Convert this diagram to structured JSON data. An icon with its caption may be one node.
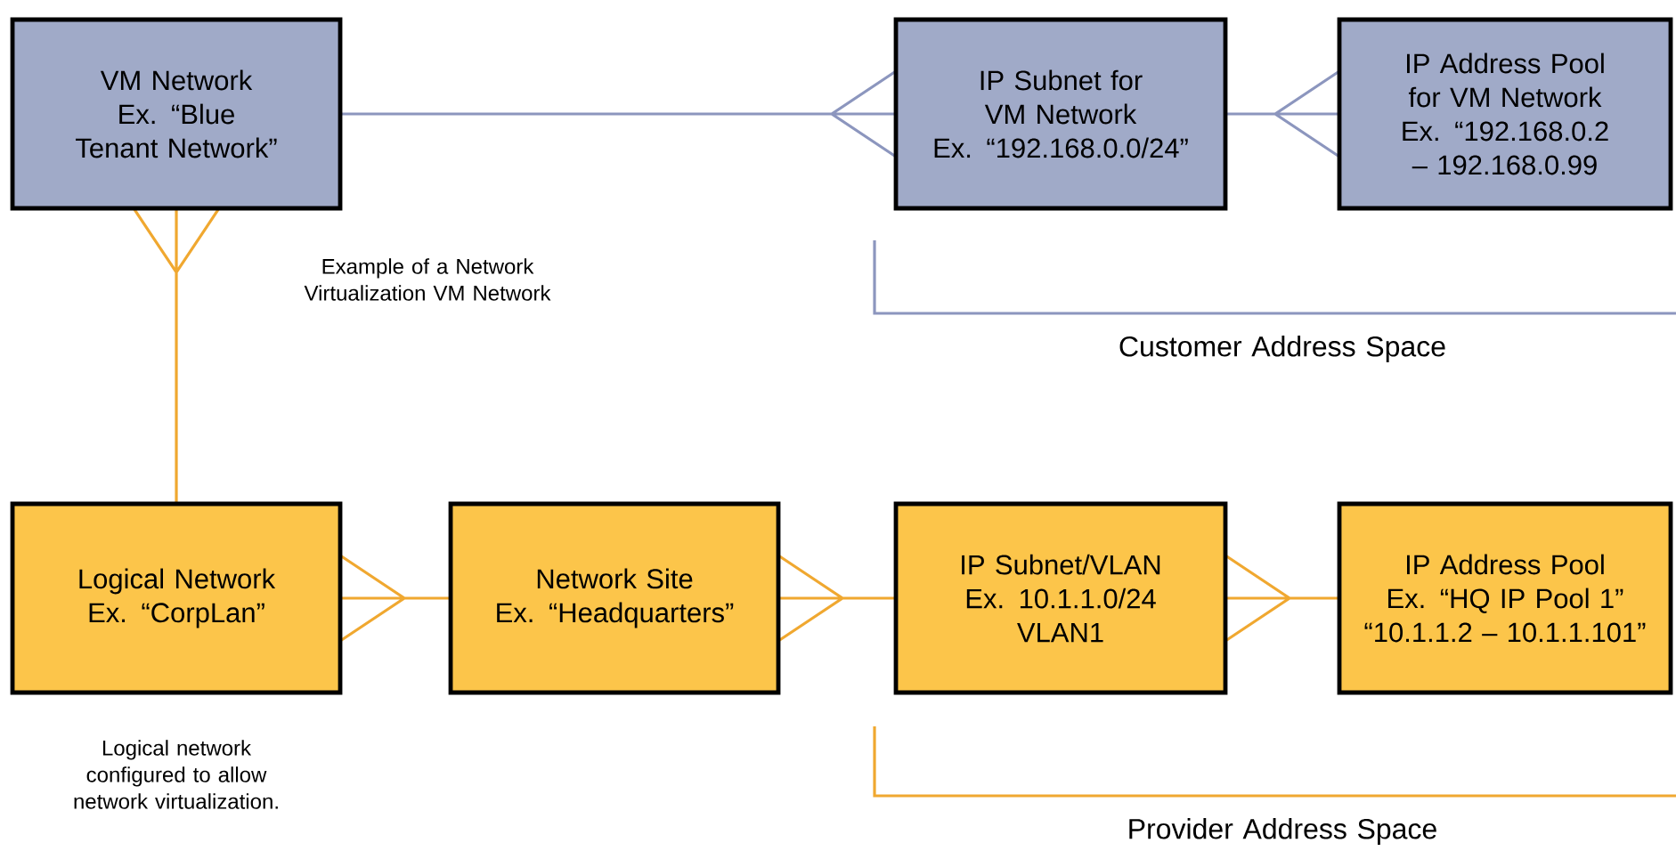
{
  "diagram": {
    "nodes": [
      {
        "text": [
          "VM Network",
          "Ex. “Blue Tenant Network”"
        ]
      },
      {
        "text": [
          "IP Subnet for VM Network",
          "Ex. “192.168.0.0/24”"
        ]
      },
      {
        "text": [
          "IP Address Pool for VM Network",
          "Ex. “192.168.0.2 – 192.168.0.99"
        ]
      },
      {
        "text": [
          "Logical Network",
          "Ex. “CorpLan”"
        ],
        "beside": [
          "Logical network configured to allow network virtualization."
        ]
      },
      {
        "text": [
          "Network Site",
          "Ex. “Headquarters”"
        ]
      },
      {
        "text": [
          "IP Subnet/VLAN",
          "Ex. 10.1.1.0/24",
          "VLAN1"
        ]
      },
      {
        "text": [
          "IP Address Pool",
          "Ex. “HQ IP Pool 1”",
          "“10.1.1.2 – 10.1.1.101”"
        ]
      }
    ],
    "edges": [
      {
        "from": 0,
        "to": 1,
        "arrow": "other",
        "color": "#8c96be"
      },
      {
        "from": 1,
        "to": 2,
        "arrow": "other",
        "color": "#8c96be"
      },
      {
        "from": 3,
        "to": 0,
        "arrow": "other"
      },
      {
        "from": 4,
        "to": 3,
        "arrow": "other"
      },
      {
        "from": 5,
        "to": 4,
        "arrow": "other"
      },
      {
        "from": 6,
        "to": 5,
        "arrow": "other"
      }
    ],
    "labels": [
      "Example of a Network Virtualization VM Network",
      "Customer Address Space",
      "Provider Address Space"
    ]
  }
}
